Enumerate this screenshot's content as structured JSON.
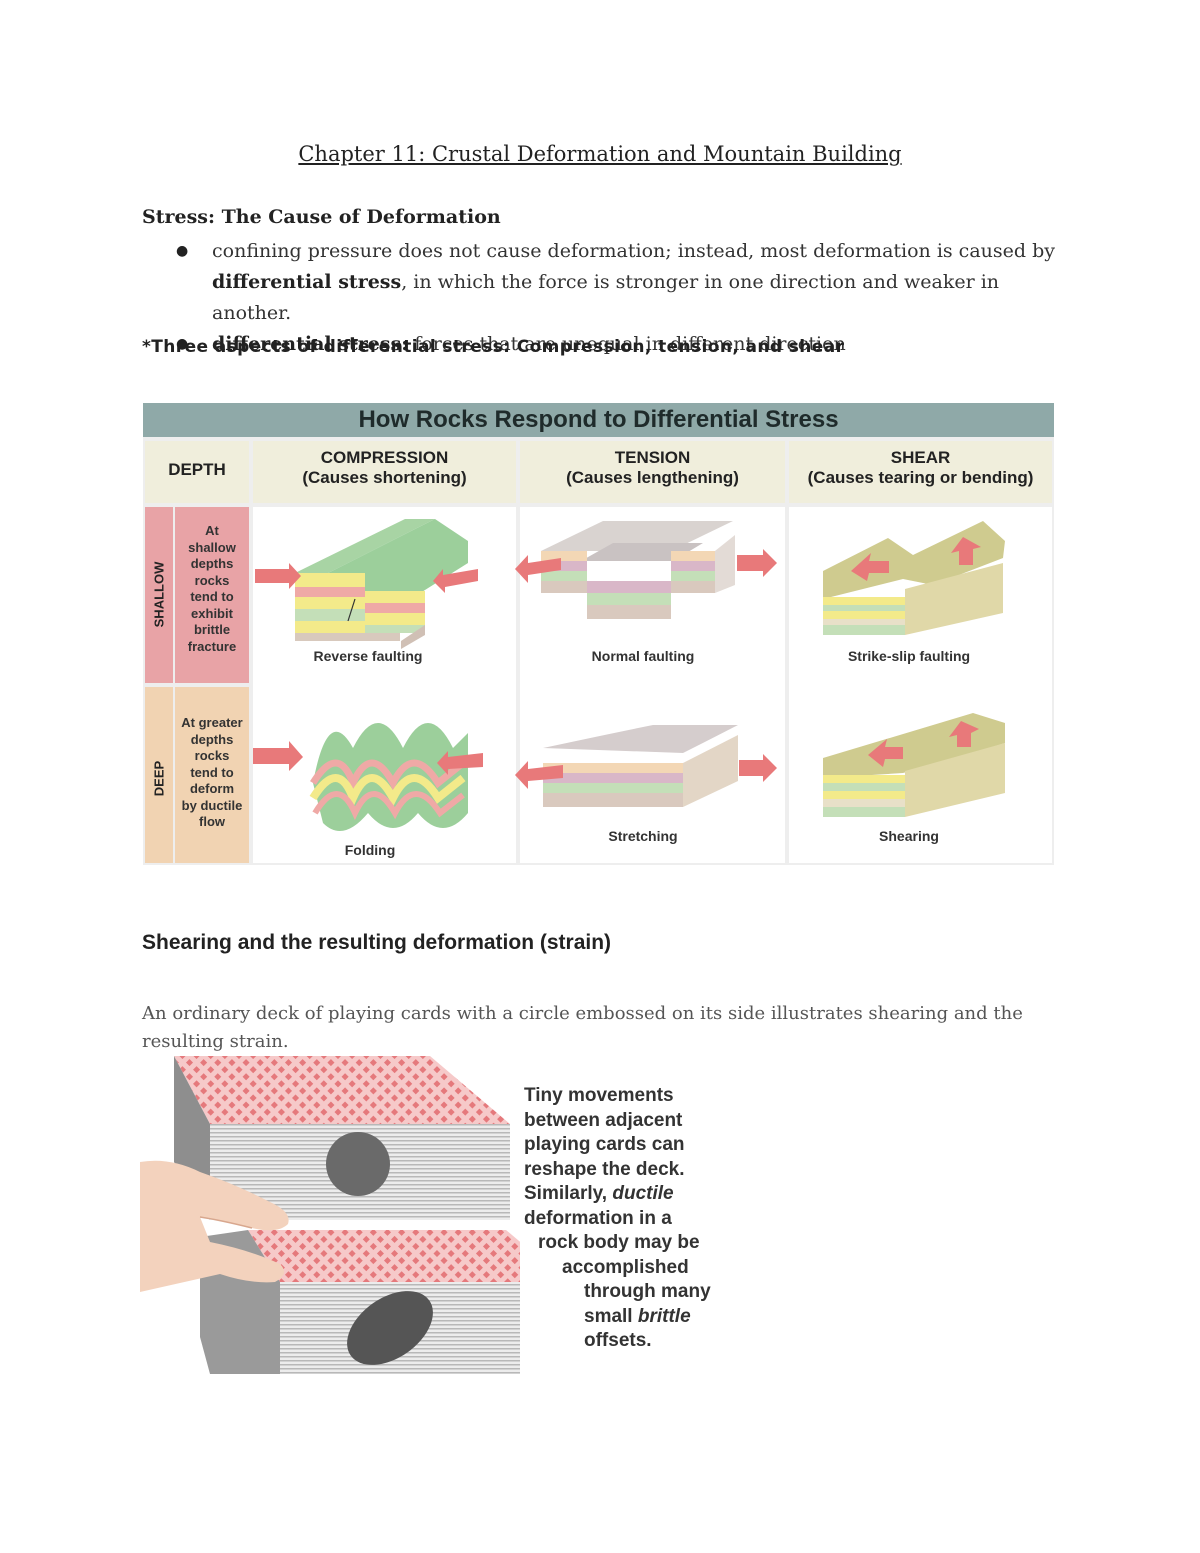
{
  "title": "Chapter 11: Crustal Deformation and Mountain Building",
  "stress_heading": "Stress: The Cause of Deformation",
  "bullets": [
    {
      "pre": "confining pressure does not cause deformation; instead, most deformation is caused by ",
      "bold": "differential stress",
      "post": ", in which the force is stronger in one direction and weaker in another."
    },
    {
      "pre": "",
      "bold": "differential stress:",
      "post": " forces that are unequal in different direction"
    }
  ],
  "aspects": "*Three aspects of differential stress: Compression, tension, and shear",
  "figure": {
    "title": "How Rocks Respond to Differential Stress",
    "depth_label": "DEPTH",
    "columns": [
      {
        "name": "COMPRESSION",
        "sub": "(Causes shortening)"
      },
      {
        "name": "TENSION",
        "sub": "(Causes lengthening)"
      },
      {
        "name": "SHEAR",
        "sub": "(Causes tearing or bending)"
      }
    ],
    "rows": [
      {
        "depth": "SHALLOW",
        "desc": [
          "At",
          "shallow",
          "depths",
          "rocks",
          "tend to",
          "exhibit",
          "brittle",
          "fracture"
        ],
        "captions": [
          "Reverse faulting",
          "Normal faulting",
          "Strike-slip faulting"
        ]
      },
      {
        "depth": "DEEP",
        "desc": [
          "At greater",
          "depths",
          "rocks",
          "tend to",
          "deform",
          "by ductile",
          "flow"
        ],
        "captions": [
          "Folding",
          "Stretching",
          "Shearing"
        ]
      }
    ],
    "colors": {
      "green": "#9ccf9b",
      "pink": "#efa9a6",
      "yellow": "#f3ea8a",
      "gray": "#c9c2c2",
      "arrow": "#e8797a"
    }
  },
  "shear_heading": "Shearing and the resulting deformation (strain)",
  "paragraph": "An ordinary deck of playing cards with a circle embossed on its side illustrates shearing and the resulting strain.",
  "cards_text": [
    "Tiny movements",
    "between adjacent",
    "playing cards can",
    "reshape the deck.",
    "Similarly, ",
    "ductile",
    "deformation in a",
    "rock body may be",
    "accomplished",
    "through many",
    "small ",
    "brittle",
    "offsets."
  ]
}
